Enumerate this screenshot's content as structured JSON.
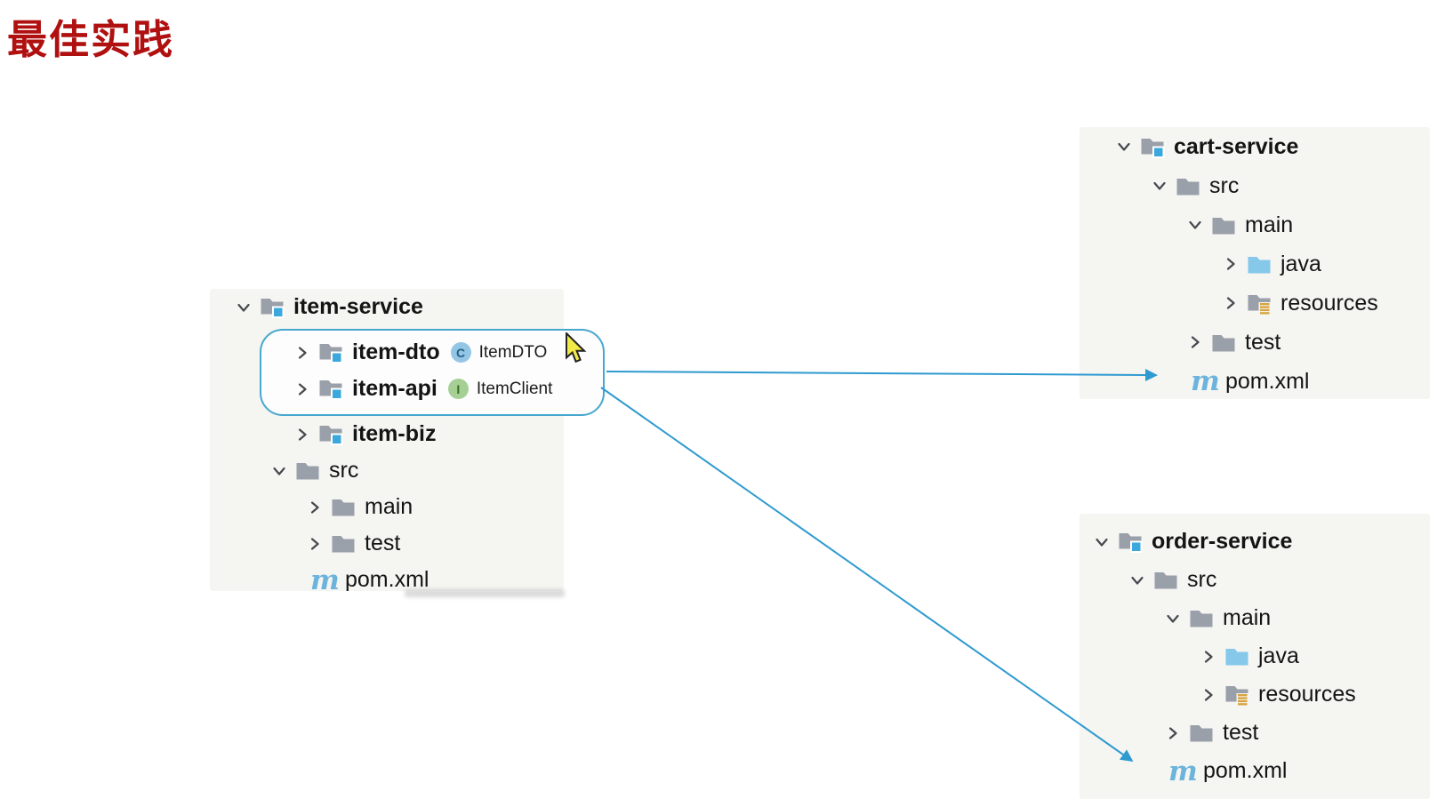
{
  "title": {
    "text": "最佳实践"
  },
  "colors": {
    "title": "#b01010",
    "panel_bg": "#f5f5f2",
    "arrow": "#2f9ad0",
    "highlight_border": "#47a7cf",
    "folder_gray": "#9aa0a9",
    "module_badge_blue": "#3aa8dc",
    "java_folder_blue": "#85c8e9",
    "resources_badge_gold": "#d7a33c",
    "maven_blue": "#6db4dd",
    "class_badge_bg": "#93c6e4",
    "interface_badge_bg": "#a5cf94"
  },
  "trees": [
    {
      "id": "item-service",
      "rows": [
        {
          "label": "item-service",
          "depth": 0,
          "chevron": "down",
          "icon": "module-folder",
          "bold": true
        },
        {
          "label": "item-dto",
          "depth": 1.65,
          "chevron": "right",
          "icon": "module-folder",
          "bold": true,
          "highlighted": true,
          "badge": {
            "type": "class",
            "letter": "C",
            "text": "ItemDTO"
          }
        },
        {
          "label": "item-api",
          "depth": 1.65,
          "chevron": "right",
          "icon": "module-folder",
          "bold": true,
          "highlighted": true,
          "badge": {
            "type": "interface",
            "letter": "I",
            "text": "ItemClient"
          }
        },
        {
          "label": "item-biz",
          "depth": 1.65,
          "chevron": "right",
          "icon": "module-folder",
          "bold": true
        },
        {
          "label": "src",
          "depth": 1,
          "chevron": "down",
          "icon": "folder"
        },
        {
          "label": "main",
          "depth": 2,
          "chevron": "right",
          "icon": "folder"
        },
        {
          "label": "test",
          "depth": 2,
          "chevron": "right",
          "icon": "folder"
        },
        {
          "label": "pom.xml",
          "depth": 2,
          "chevron": "none",
          "icon": "maven"
        }
      ]
    },
    {
      "id": "cart-service",
      "rows": [
        {
          "label": "cart-service",
          "depth": 0,
          "chevron": "down",
          "icon": "module-folder",
          "bold": true
        },
        {
          "label": "src",
          "depth": 1,
          "chevron": "down",
          "icon": "folder"
        },
        {
          "label": "main",
          "depth": 2,
          "chevron": "down",
          "icon": "folder"
        },
        {
          "label": "java",
          "depth": 3,
          "chevron": "right",
          "icon": "java-folder"
        },
        {
          "label": "resources",
          "depth": 3,
          "chevron": "right",
          "icon": "resources-folder"
        },
        {
          "label": "test",
          "depth": 2,
          "chevron": "right",
          "icon": "folder"
        },
        {
          "label": "pom.xml",
          "depth": 2,
          "chevron": "none",
          "icon": "maven"
        }
      ]
    },
    {
      "id": "order-service",
      "rows": [
        {
          "label": "order-service",
          "depth": 0,
          "chevron": "down",
          "icon": "module-folder",
          "bold": true
        },
        {
          "label": "src",
          "depth": 1,
          "chevron": "down",
          "icon": "folder"
        },
        {
          "label": "main",
          "depth": 2,
          "chevron": "down",
          "icon": "folder"
        },
        {
          "label": "java",
          "depth": 3,
          "chevron": "right",
          "icon": "java-folder"
        },
        {
          "label": "resources",
          "depth": 3,
          "chevron": "right",
          "icon": "resources-folder"
        },
        {
          "label": "test",
          "depth": 2,
          "chevron": "right",
          "icon": "folder"
        },
        {
          "label": "pom.xml",
          "depth": 2,
          "chevron": "none",
          "icon": "maven"
        }
      ]
    }
  ],
  "highlight_box": {
    "encloses": [
      "item-dto",
      "item-api"
    ]
  },
  "arrows": [
    {
      "from": "item-dto / item-api highlighted modules",
      "to": "cart-service pom.xml"
    },
    {
      "from": "item-dto / item-api highlighted modules",
      "to": "order-service pom.xml"
    }
  ],
  "cursor": {
    "type": "arrow-pointer"
  }
}
